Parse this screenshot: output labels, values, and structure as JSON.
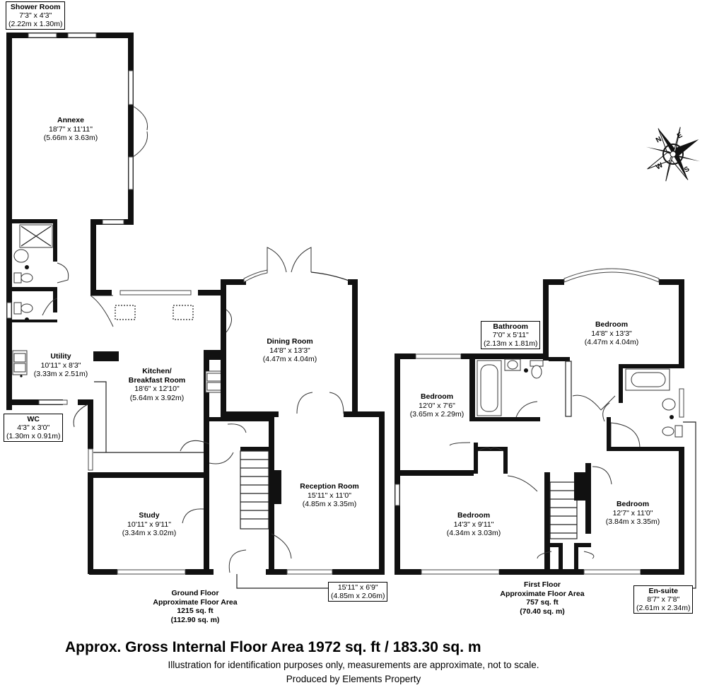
{
  "rooms": {
    "shower_room": {
      "name": "Shower Room",
      "imperial": "7'3\" x 4'3\"",
      "metric": "(2.22m x 1.30m)"
    },
    "annexe": {
      "name": "Annexe",
      "imperial": "18'7\" x 11'11\"",
      "metric": "(5.66m x 3.63m)"
    },
    "utility": {
      "name": "Utility",
      "imperial": "10'11\" x 8'3\"",
      "metric": "(3.33m x 2.51m)"
    },
    "wc": {
      "name": "WC",
      "imperial": "4'3\" x 3'0\"",
      "metric": "(1.30m x 0.91m)"
    },
    "kitchen": {
      "name1": "Kitchen/",
      "name2": "Breakfast Room",
      "imperial": "18'6\" x 12'10\"",
      "metric": "(5.64m x 3.92m)"
    },
    "dining": {
      "name": "Dining Room",
      "imperial": "14'8\" x 13'3\"",
      "metric": "(4.47m x 4.04m)"
    },
    "reception": {
      "name": "Reception Room",
      "imperial": "15'11\" x 11'0\"",
      "metric": "(4.85m x 3.35m)"
    },
    "study": {
      "name": "Study",
      "imperial": "10'11\" x 9'11\"",
      "metric": "(3.34m x 3.02m)"
    },
    "garage_box": {
      "imperial": "15'11\" x 6'9\"",
      "metric": "(4.85m x 2.06m)"
    },
    "bathroom": {
      "name": "Bathroom",
      "imperial": "7'0\" x 5'11\"",
      "metric": "(2.13m x 1.81m)"
    },
    "bedroom_top": {
      "name": "Bedroom",
      "imperial": "14'8\" x 13'3\"",
      "metric": "(4.47m x 4.04m)"
    },
    "bedroom_left": {
      "name": "Bedroom",
      "imperial": "12'0\" x 7'6\"",
      "metric": "(3.65m x 2.29m)"
    },
    "bedroom_bottom": {
      "name": "Bedroom",
      "imperial": "14'3\" x 9'11\"",
      "metric": "(4.34m x 3.03m)"
    },
    "bedroom_right": {
      "name": "Bedroom",
      "imperial": "12'7\" x 11'0\"",
      "metric": "(3.84m x 3.35m)"
    },
    "ensuite": {
      "name": "En-suite",
      "imperial": "8'7\" x 7'8\"",
      "metric": "(2.61m x 2.34m)"
    }
  },
  "floors": {
    "ground": {
      "line1": "Ground Floor",
      "line2": "Approximate Floor Area",
      "line3": "1215 sq. ft",
      "line4": "(112.90 sq. m)"
    },
    "first": {
      "line1": "First Floor",
      "line2": "Approximate Floor Area",
      "line3": "757 sq. ft",
      "line4": "(70.40 sq. m)"
    }
  },
  "compass": {
    "n": "N",
    "e": "E",
    "s": "S",
    "w": "W",
    "icon": "compass-rose-icon"
  },
  "footer": {
    "gross": "Approx. Gross Internal Floor Area 1972 sq. ft / 183.30 sq. m",
    "disclaimer": "Illustration for identification purposes only, measurements are approximate, not to scale.",
    "producer": "Produced by Elements Property"
  }
}
